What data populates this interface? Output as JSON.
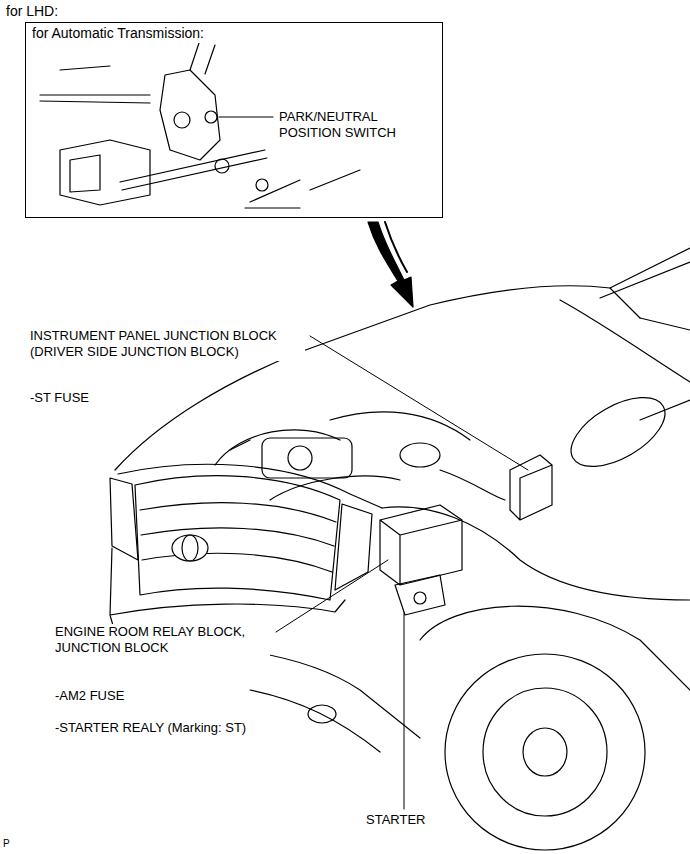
{
  "diagram": {
    "title": "for LHD:",
    "nodes": [
      {
        "text": [
          "for Automatic Transmission:",
          "PARK/NEUTRAL POSITION SWITCH"
        ]
      }
    ],
    "labels": [
      "INSTRUMENT PANEL JUNCTION BLOCK (DRIVER SIDE JUNCTION BLOCK)",
      "-ST FUSE",
      "ENGINE ROOM RELAY BLOCK, JUNCTION BLOCK",
      "-AM2 FUSE",
      "-STARTER REALY (Marking: ST)",
      "STARTER",
      "P"
    ]
  }
}
